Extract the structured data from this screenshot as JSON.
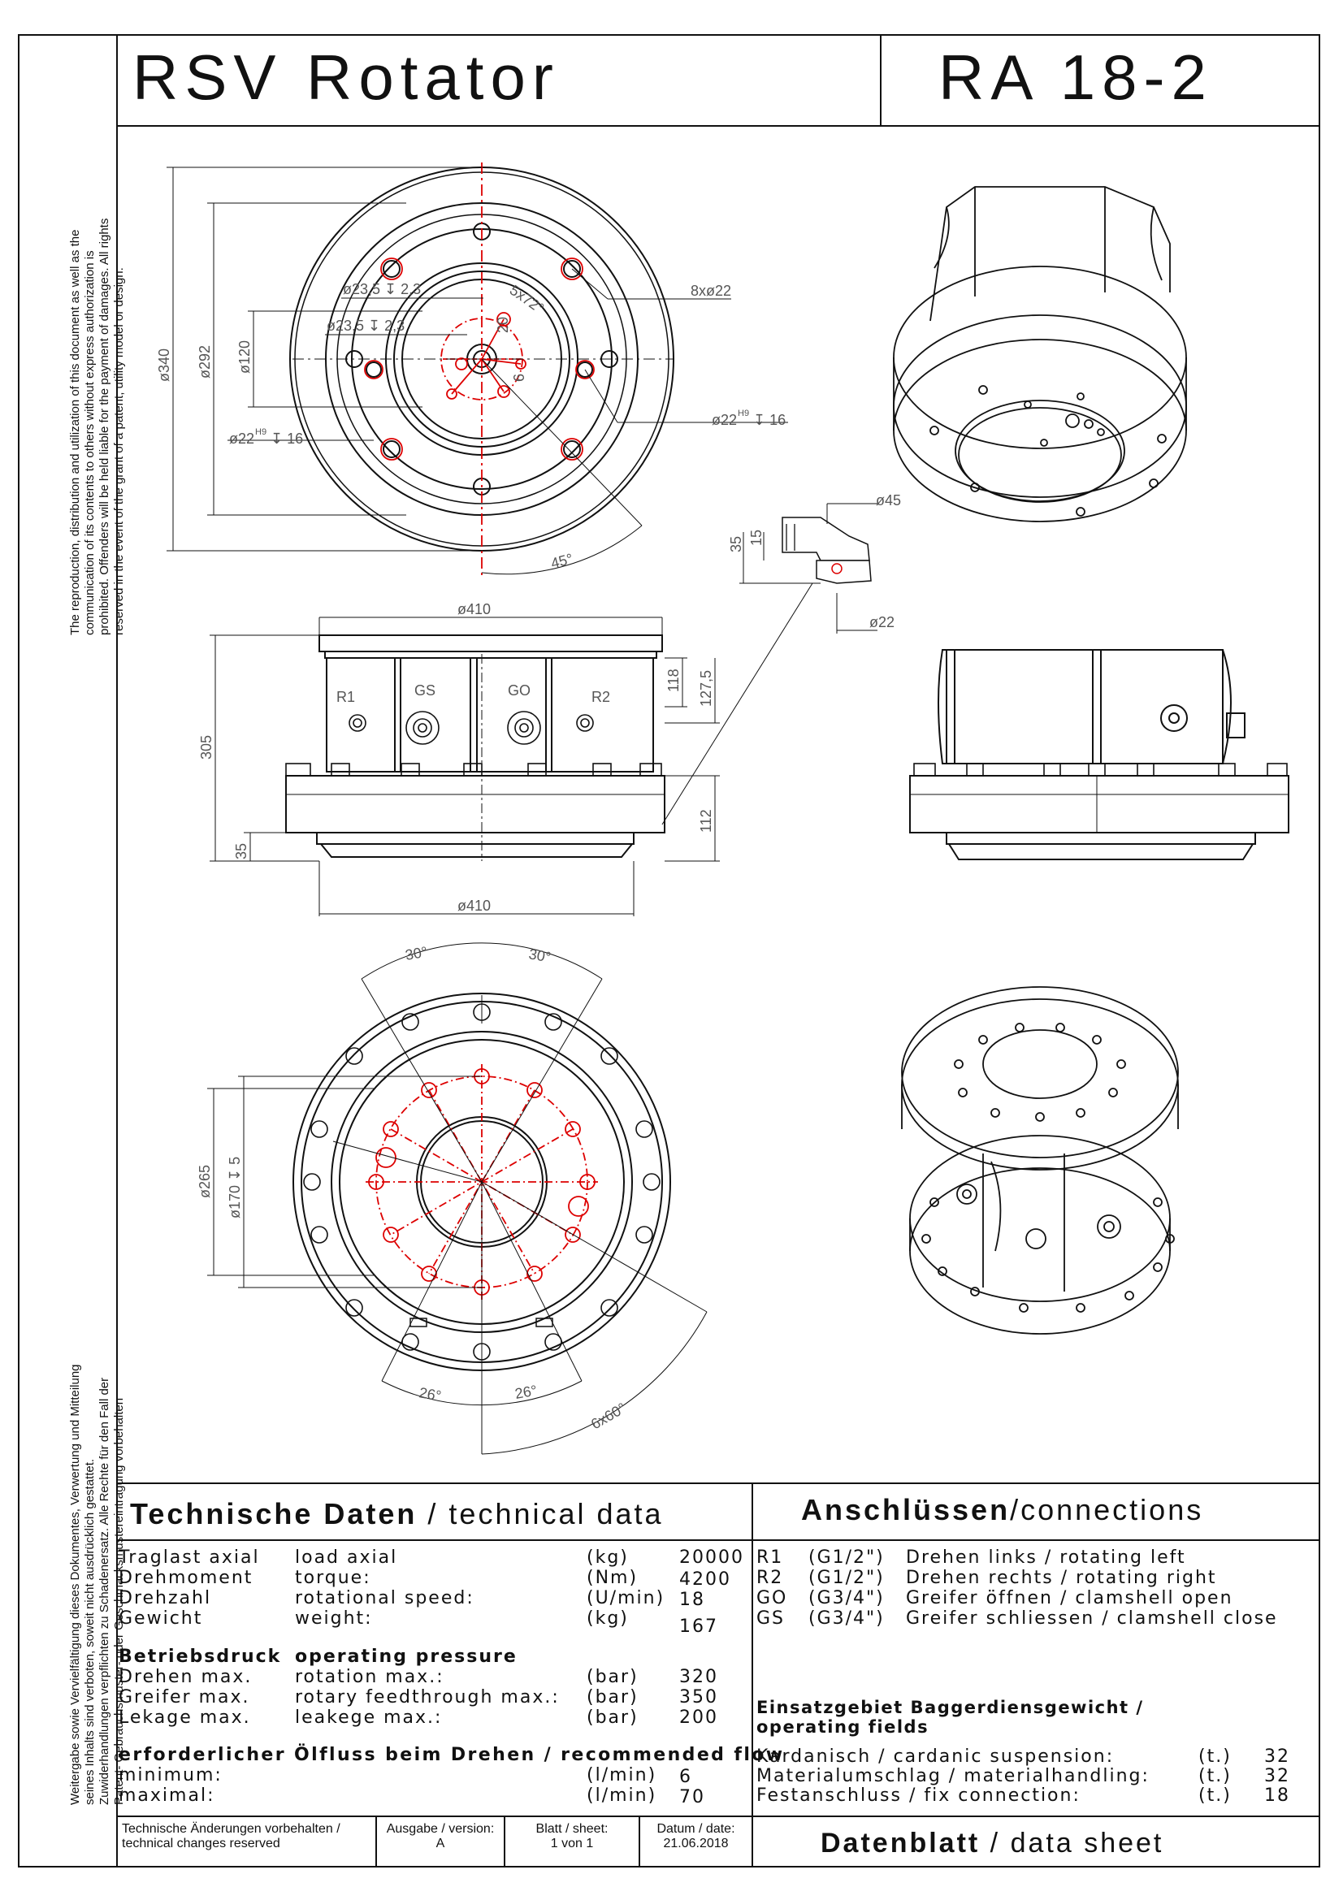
{
  "title": {
    "left": "RSV Rotator",
    "right": "RA 18-2"
  },
  "margin_text": {
    "top": [
      "The reproduction, distribution and utilization of this document as well as the",
      "communication of its contents to others without express authorization is",
      "prohibited. Offenders will be held liable for the payment of damages. All rights",
      "reserved in the event of the grant of a patent, utility model or design."
    ],
    "bottom": [
      "Weitergabe sowie Vervielfältigung dieses Dokumentes, Verwertung und Mitteilung",
      "seines Inhalts sind verboten, soweit nicht ausdrücklich gestattet.",
      "Zuwiderhandlungen verpflichten zu Schadenersatz. Alle Rechte für den Fall der",
      "Patent- Gebrauchsmuster- oder Geschmacksmustereintragung vorbehalten"
    ]
  },
  "drawing_labels": {
    "d340": "ø340",
    "d292": "ø292",
    "d120": "ø120",
    "d235a": "ø23,5 ↧ 2,3",
    "d235b": "ø23,5 ↧ 2,3",
    "five72": "5x72°",
    "twenty": "20",
    "six": "6",
    "eight22": "8xø22",
    "d22h9l": "ø22",
    "h9": "H9",
    "d16l": "↧ 16",
    "d22h9r": "ø22",
    "d16r": "↧ 16",
    "deg45": "45°",
    "d45": "ø45",
    "n35": "35",
    "n15": "15",
    "d22b": "ø22",
    "d410a": "ø410",
    "d410b": "ø410",
    "n305": "305",
    "n35b": "35",
    "n118": "118",
    "n1275": "127,5",
    "n112": "112",
    "r1": "R1",
    "gs": "GS",
    "go": "GO",
    "r2": "R2",
    "deg30a": "30°",
    "deg30b": "30°",
    "d265": "ø265",
    "d170": "ø170 ↧ 5",
    "deg26a": "26°",
    "deg26b": "26°",
    "six60": "6x60°"
  },
  "tech": {
    "header_bold": "Technische Daten",
    "header_rest": " / technical data",
    "rows": [
      {
        "de": "Traglast axial",
        "en": "load axial",
        "unit": "(kg)",
        "val": "20000"
      },
      {
        "de": "Drehmoment",
        "en": "torque:",
        "unit": "(Nm)",
        "val": "4200"
      },
      {
        "de": "Drehzahl",
        "en": "rotational speed:",
        "unit": "(U/min)",
        "val": "18"
      },
      {
        "de": "Gewicht",
        "en": "weight:",
        "unit": "(kg)",
        "val": "167"
      }
    ],
    "pressure_de": "Betriebsdruck",
    "pressure_en": "operating pressure",
    "prows": [
      {
        "de": "Drehen max.",
        "en": "rotation max.:",
        "unit": "(bar)",
        "val": "320"
      },
      {
        "de": "Greifer max.",
        "en": "rotary feedthrough max.:",
        "unit": "(bar)",
        "val": "350"
      },
      {
        "de": "Lekage max.",
        "en": "leakege max.:",
        "unit": "(bar)",
        "val": "200"
      }
    ],
    "flow_header": "erforderlicher Ölfluss beim Drehen / recommended flow",
    "frows": [
      {
        "de": "minimum:",
        "unit": "(l/min)",
        "val": "6"
      },
      {
        "de": "maximal:",
        "unit": "(l/min)",
        "val": "70"
      }
    ]
  },
  "connections": {
    "header_bold": "Anschlüssen",
    "header_rest": "/connections",
    "rows": [
      {
        "code": "R1",
        "size": "(G1/2\")",
        "desc": "Drehen links / rotating left"
      },
      {
        "code": "R2",
        "size": "(G1/2\")",
        "desc": "Drehen rechts / rotating right"
      },
      {
        "code": "GO",
        "size": "(G3/4\")",
        "desc": "Greifer öffnen / clamshell open"
      },
      {
        "code": "GS",
        "size": "(G3/4\")",
        "desc": "Greifer schliessen / clamshell close"
      }
    ],
    "fields_1": "Einsatzgebiet Baggerdiensgewicht /",
    "fields_2": "operating fields",
    "frows": [
      {
        "desc": "Kardanisch / cardanic suspension:",
        "unit": "(t.)",
        "val": "32"
      },
      {
        "desc": "Materialumschlag / materialhandling:",
        "unit": "(t.)",
        "val": "32"
      },
      {
        "desc": "Festanschluss / fix connection:",
        "unit": "(t.)",
        "val": "18"
      }
    ]
  },
  "footer": {
    "changes_1": "Technische Änderungen vorbehalten /",
    "changes_2": "technical changes reserved",
    "issue_1": "Ausgabe / version:",
    "issue_2": "A",
    "sheet_1": "Blatt / sheet:",
    "sheet_2": "1 von 1",
    "date_1": "Datum / date:",
    "date_2": "21.06.2018",
    "ds_bold": "Datenblatt",
    "ds_rest": " / data sheet"
  }
}
